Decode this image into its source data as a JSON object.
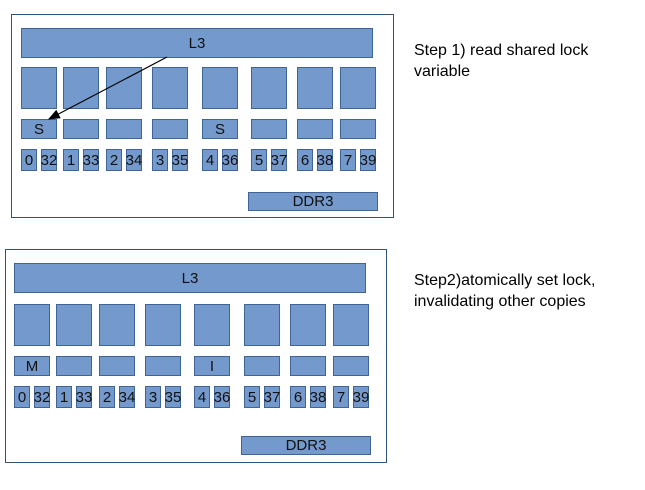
{
  "diagram": {
    "cache_label": "L3",
    "memory_label": "DDR3",
    "top": {
      "step_line1": "Step 1) read shared lock",
      "step_line2": "variable",
      "states": [
        "S",
        "",
        "",
        "",
        "S",
        "",
        "",
        ""
      ],
      "cores": [
        "0",
        "32",
        "1",
        "33",
        "2",
        "34",
        "3",
        "35",
        "4",
        "36",
        "5",
        "37",
        "6",
        "38",
        "7",
        "39"
      ]
    },
    "bottom": {
      "step_line1": "Step2)atomically set lock,",
      "step_line2": "invalidating other copies",
      "states": [
        "M",
        "",
        "",
        "",
        "I",
        "",
        "",
        ""
      ],
      "cores": [
        "0",
        "32",
        "1",
        "33",
        "2",
        "34",
        "3",
        "35",
        "4",
        "36",
        "5",
        "37",
        "6",
        "38",
        "7",
        "39"
      ]
    }
  },
  "colors": {
    "block": "#7499cc",
    "border": "#2c5478"
  }
}
